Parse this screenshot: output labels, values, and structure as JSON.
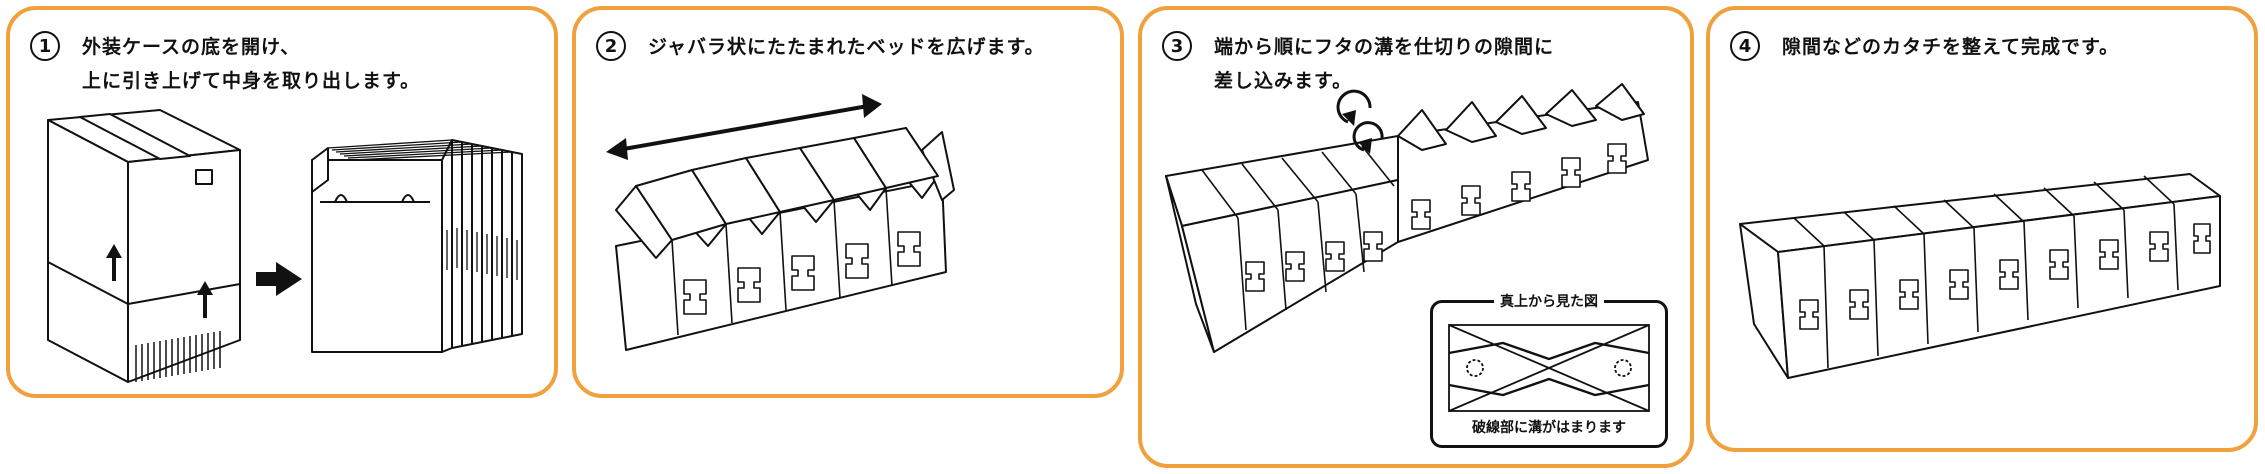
{
  "theme": {
    "border_color": "#f0a03c",
    "ink_color": "#111111",
    "background": "#ffffff"
  },
  "steps": [
    {
      "number": "1",
      "text": "外装ケースの底を開け、\n上に引き上げて中身を取り出します。"
    },
    {
      "number": "2",
      "text": "ジャバラ状にたたまれたベッドを広げます。"
    },
    {
      "number": "3",
      "text": "端から順にフタの溝を仕切りの隙間に\n差し込みます。",
      "inset": {
        "title": "真上から見た図",
        "caption": "破線部に溝がはまります"
      }
    },
    {
      "number": "4",
      "text": "隙間などのカタチを整えて完成です。"
    }
  ]
}
